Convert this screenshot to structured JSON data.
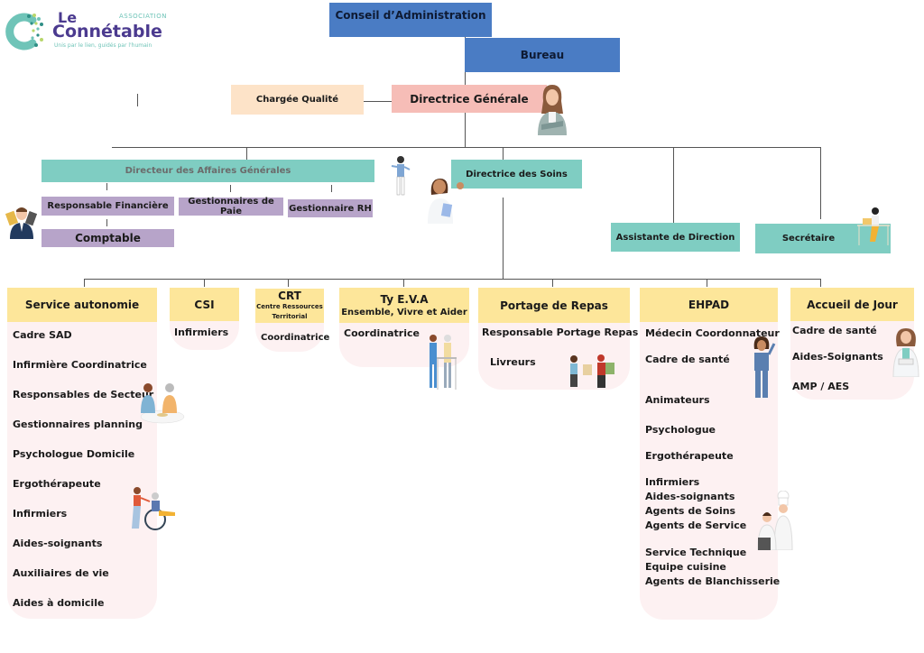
{
  "logo": {
    "association": "ASSOCIATION",
    "name_line1": "Le",
    "name_line2": "Connétable",
    "tagline": "Unis par le lien, guidés par l'humain",
    "colors": {
      "brand": "#4b3a8f",
      "accent": "#6fc4b8"
    }
  },
  "top": {
    "conseil": "Conseil d’Administration",
    "bureau": "Bureau",
    "directrice_generale": "Directrice Générale",
    "chargee_qualite": "Chargée Qualité"
  },
  "direction": {
    "affaires_generales": "Directeur des Affaires Générales",
    "responsable_financiere": "Responsable Financière",
    "gestionnaires_paie": "Gestionnaires de Paie",
    "gestionnaire_rh": "Gestionnaire RH",
    "comptable": "Comptable",
    "directrice_soins": "Directrice des Soins",
    "assistante_direction": "Assistante de Direction",
    "secretaire": "Secrétaire"
  },
  "services": [
    {
      "title": "Service autonomie",
      "subtitle": "",
      "items": [
        "Cadre SAD",
        "Infirmière Coordinatrice",
        "Responsables de Secteur",
        "Gestionnaires planning",
        "Psychologue Domicile",
        "Ergothérapeute",
        "Infirmiers",
        "Aides-soignants",
        "Auxiliaires de vie",
        "Aides à domicile"
      ]
    },
    {
      "title": "CSI",
      "subtitle": "",
      "items": [
        "Infirmiers"
      ]
    },
    {
      "title": "CRT",
      "subtitle": "Centre Ressources Territorial",
      "items": [
        "Coordinatrice"
      ]
    },
    {
      "title": "Ty E.V.A",
      "subtitle": "Ensemble, Vivre et Aider",
      "items": [
        "Coordinatrice"
      ]
    },
    {
      "title": "Portage de Repas",
      "subtitle": "",
      "items": [
        "Responsable Portage Repas",
        "Livreurs"
      ]
    },
    {
      "title": "EHPAD",
      "subtitle": "",
      "items": [
        "Médecin Coordonnateur",
        "Cadre de santé",
        "Animateurs",
        "Psychologue",
        "Ergothérapeute",
        "Infirmiers",
        "Aides-soignants",
        "Agents de Soins",
        "Agents de Service",
        "Service Technique",
        "Equipe cuisine",
        "Agents de Blanchisserie"
      ]
    },
    {
      "title": "Accueil de Jour",
      "subtitle": "",
      "items": [
        "Cadre de santé",
        "Aides-Soignants",
        "AMP / AES"
      ]
    }
  ],
  "colors": {
    "governance": "#4a7cc4",
    "director_general": "#f6bdb7",
    "quality": "#fde3c8",
    "direction": "#7fcdc2",
    "admin_staff": "#b7a4c9",
    "service_header": "#fde69a",
    "service_body": "#fdf1f2"
  }
}
